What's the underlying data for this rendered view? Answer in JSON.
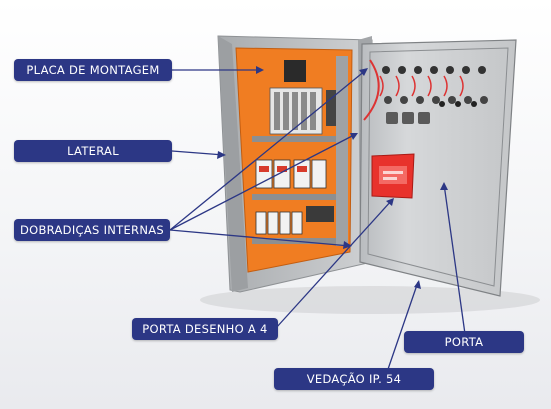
{
  "labels": {
    "placa_montagem": "PLACA DE MONTAGEM",
    "lateral": "LATERAL",
    "dobradicas": "DOBRADIÇAS INTERNAS",
    "porta_desenho": "PORTA DESENHO A 4",
    "porta": "PORTA",
    "vedacao": "VEDAÇÃO IP. 54"
  },
  "colors": {
    "label_bg": "#2c3785",
    "label_text": "#ffffff",
    "leader_line": "#2c3785",
    "mounting_plate": "#f07d22",
    "cabinet": "#c7c7c7",
    "pocket": "#e8322c"
  }
}
